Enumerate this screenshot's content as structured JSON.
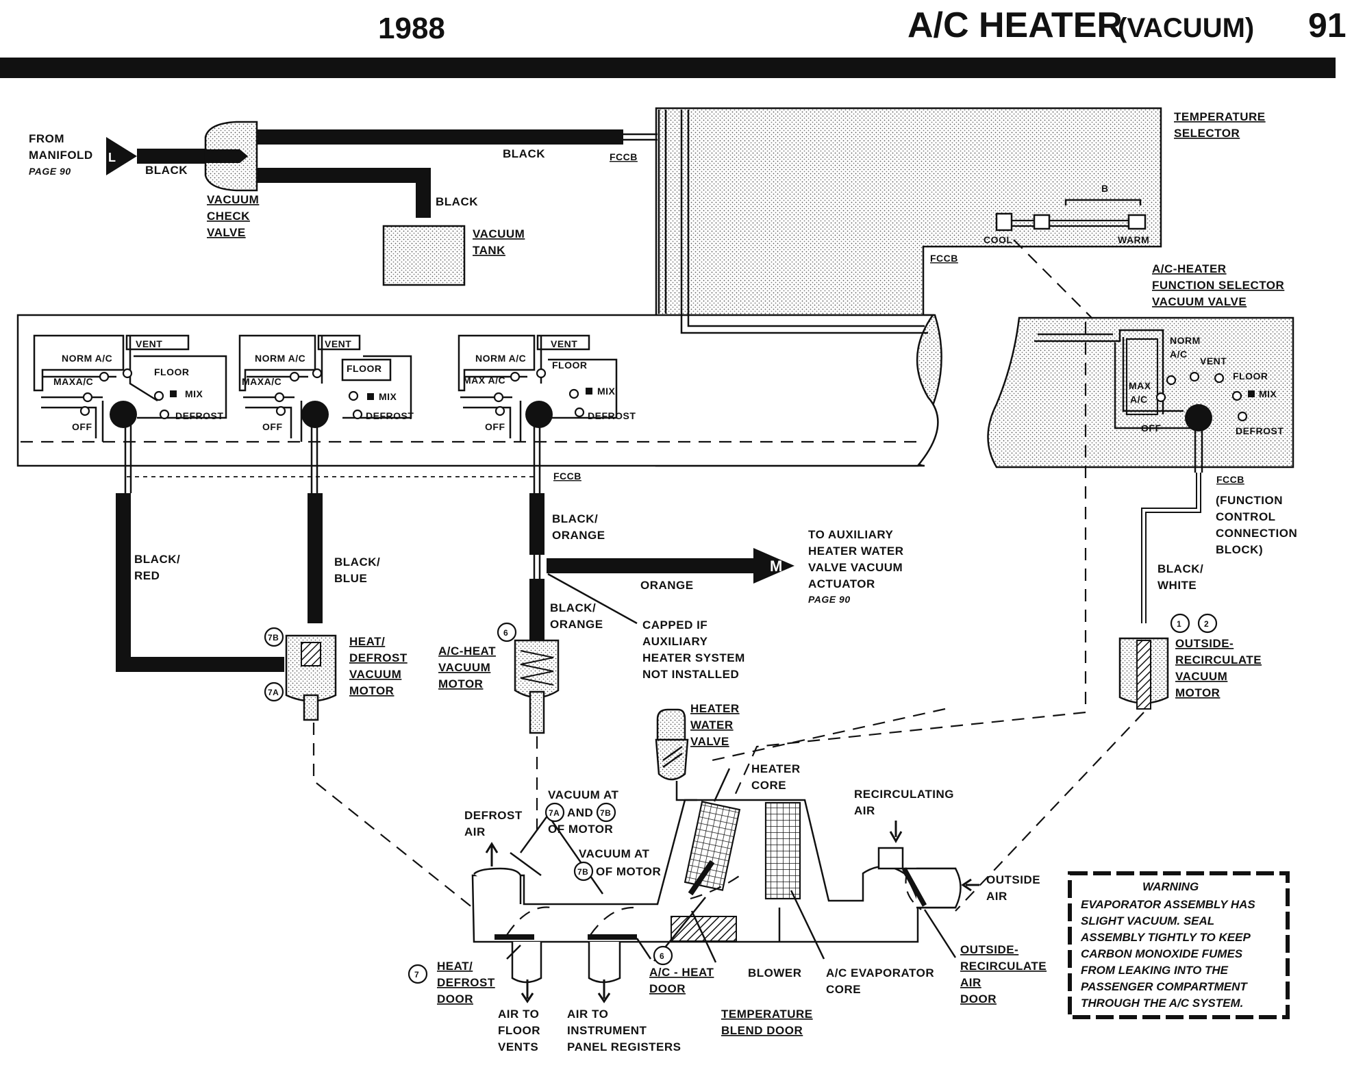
{
  "header": {
    "year": "1988",
    "title": "A/C HEATER",
    "subtitle": "(VACUUM)",
    "page_number": "91"
  },
  "source": {
    "line1": "FROM",
    "line2": "MANIFOLD",
    "page_ref": "PAGE 90",
    "port_letter": "L"
  },
  "hose_colors": {
    "black_manifold": "BLACK",
    "black_top": "BLACK",
    "black_tank": "BLACK",
    "black_red_1": "BLACK/",
    "black_red_2": "RED",
    "black_blue_1": "BLACK/",
    "black_blue_2": "BLUE",
    "black_orange_top_1": "BLACK/",
    "black_orange_top_2": "ORANGE",
    "black_orange_bot_1": "BLACK/",
    "black_orange_bot_2": "ORANGE",
    "orange": "ORANGE",
    "black_white_1": "BLACK/",
    "black_white_2": "WHITE"
  },
  "check_valve": {
    "line1": "VACUUM",
    "line2": "CHECK",
    "line3": "VALVE"
  },
  "tank": {
    "line1": "VACUUM",
    "line2": "TANK"
  },
  "fccb": {
    "top": "FCCB",
    "right_panel": "FCCB",
    "mid": "FCCB",
    "func": "FCCB"
  },
  "fccb_note": {
    "line1": "(FUNCTION",
    "line2": "CONTROL",
    "line3": "CONNECTION",
    "line4": "BLOCK)"
  },
  "temp_selector": {
    "line1": "TEMPERATURE",
    "line2": "SELECTOR",
    "cool": "COOL",
    "warm": "WARM",
    "b": "B"
  },
  "func_selector": {
    "line1": "A/C-HEATER",
    "line2": "FUNCTION SELECTOR",
    "line3": "VACUUM VALVE"
  },
  "switch_positions": {
    "vent": "VENT",
    "norm_ac": "NORM A/C",
    "floor": "FLOOR",
    "maxa_c": "MAXA/C",
    "max_ac": "MAX A/C",
    "mix": "MIX",
    "defrost": "DEFROST",
    "off": "OFF",
    "norm": "NORM",
    "ac": "A/C",
    "max": "MAX",
    "a_c": "A/C"
  },
  "aux": {
    "line1": "TO AUXILIARY",
    "line2": "HEATER WATER",
    "line3": "VALVE VACUUM",
    "line4": "ACTUATOR",
    "page_ref": "PAGE 90",
    "marker": "M"
  },
  "capped": {
    "line1": "CAPPED IF",
    "line2": "AUXILIARY",
    "line3": "HEATER SYSTEM",
    "line4": "NOT INSTALLED"
  },
  "motors": {
    "heat_defrost": {
      "line1": "HEAT/",
      "line2": "DEFROST",
      "line3": "VACUUM",
      "line4": "MOTOR",
      "port_b": "7B",
      "port_a": "7A"
    },
    "ac_heat": {
      "line1": "A/C-HEAT",
      "line2": "VACUUM",
      "line3": "MOTOR",
      "number": "6"
    },
    "outside_recirc": {
      "line1": "OUTSIDE-",
      "line2": "RECIRCULATE",
      "line3": "VACUUM",
      "line4": "MOTOR",
      "num1": "1",
      "num2": "2"
    }
  },
  "components": {
    "heater_water_valve": {
      "line1": "HEATER",
      "line2": "WATER",
      "line3": "VALVE"
    },
    "heater_core": {
      "line1": "HEATER",
      "line2": "CORE"
    },
    "recirculating_air": {
      "line1": "RECIRCULATING",
      "line2": "AIR"
    },
    "defrost_air": {
      "line1": "DEFROST",
      "line2": "AIR"
    },
    "vacuum_7a_7b": {
      "line1": "VACUUM AT",
      "a": "7A",
      "and": "AND",
      "b": "7B",
      "line3": "OF MOTOR"
    },
    "vacuum_7b": {
      "line1": "VACUUM AT",
      "b": "7B",
      "line2": "OF MOTOR"
    },
    "outside_air": {
      "line1": "OUTSIDE",
      "line2": "AIR"
    },
    "heat_defrost_door": {
      "number": "7",
      "line1": "HEAT/",
      "line2": "DEFROST",
      "line3": "DOOR"
    },
    "ac_heat_door": {
      "number": "6",
      "line1": "A/C - HEAT",
      "line2": "DOOR"
    },
    "blower": "BLOWER",
    "ac_evap_core": {
      "line1": "A/C EVAPORATOR",
      "line2": "CORE"
    },
    "outside_recirc_door": {
      "line1": "OUTSIDE-",
      "line2": "RECIRCULATE",
      "line3": "AIR",
      "line4": "DOOR"
    },
    "air_floor": {
      "line1": "AIR TO",
      "line2": "FLOOR",
      "line3": "VENTS"
    },
    "air_panel": {
      "line1": "AIR TO",
      "line2": "INSTRUMENT",
      "line3": "PANEL REGISTERS"
    },
    "temp_blend_door": {
      "line1": "TEMPERATURE",
      "line2": "BLEND DOOR"
    }
  },
  "warning": {
    "title": "WARNING",
    "lines": [
      "EVAPORATOR ASSEMBLY HAS",
      "SLIGHT VACUUM. SEAL",
      "ASSEMBLY TIGHTLY TO KEEP",
      "CARBON MONOXIDE FUMES",
      "FROM LEAKING INTO THE",
      "PASSENGER COMPARTMENT",
      "THROUGH THE A/C SYSTEM."
    ]
  }
}
